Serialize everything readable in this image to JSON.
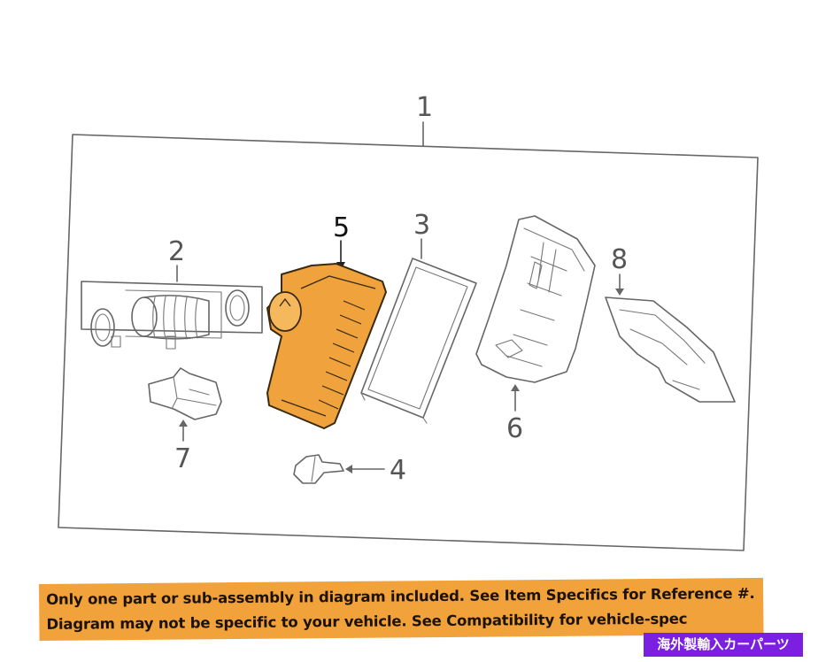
{
  "callouts": {
    "c1": "1",
    "c2": "2",
    "c3": "3",
    "c4": "4",
    "c5": "5",
    "c6": "6",
    "c7": "7",
    "c8": "8"
  },
  "banner": {
    "line1": "Only one part or sub-assembly in diagram included. See Item Specifics for Reference #.",
    "line2": "Diagram may not be specific to your vehicle. See Compatibility for vehicle-spec"
  },
  "badge": {
    "text": "海外製輸入カーパーツ"
  },
  "colors": {
    "highlight_part": "#f0a33c",
    "banner": "#f2a23a",
    "badge": "#7b1fe0",
    "line": "#666666"
  }
}
